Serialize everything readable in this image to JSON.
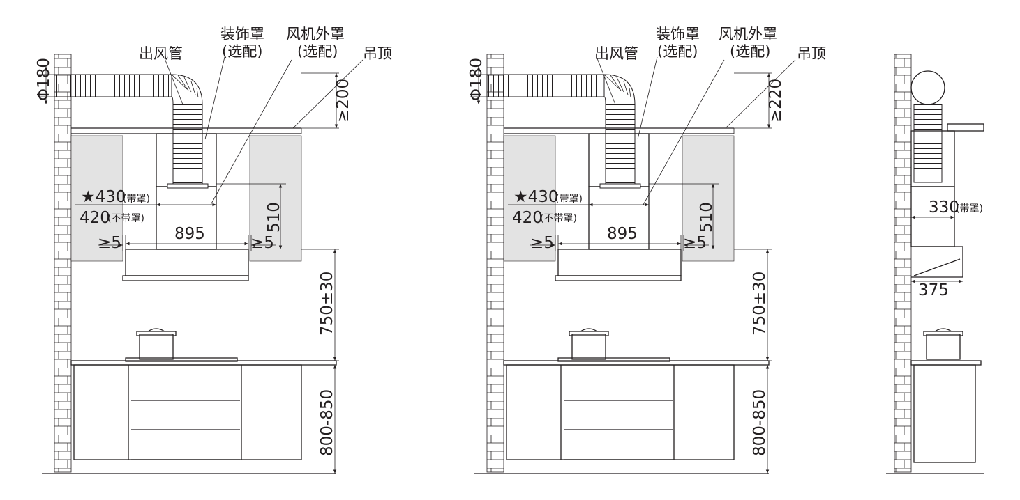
{
  "figures": [
    {
      "id": "left",
      "labels": {
        "duct": "出风管",
        "cover": "装饰罩",
        "cover_opt": "(选配)",
        "motor_cover": "风机外罩",
        "motor_opt": "(选配)",
        "ceiling": "吊顶"
      },
      "dims": {
        "duct_dia": "Φ180",
        "ceiling_gap": "≥200",
        "w430": "★430",
        "w430_note": "(带罩)",
        "w420": "420",
        "w420_note": "(不带罩)",
        "width": "895",
        "gap_left": "≥5",
        "gap_right": "≥5",
        "h510": "510",
        "h750": "750±30",
        "h800": "800-850"
      }
    },
    {
      "id": "middle",
      "labels": {
        "duct": "出风管",
        "cover": "装饰罩",
        "cover_opt": "(选配)",
        "motor_cover": "风机外罩",
        "motor_opt": "(选配)",
        "ceiling": "吊顶"
      },
      "dims": {
        "duct_dia": "Φ180",
        "ceiling_gap": "≥220",
        "w430": "★430",
        "w430_note": "(带罩)",
        "w420": "420",
        "w420_note": "(不带罩)",
        "width": "895",
        "gap_left": "≥5",
        "gap_right": "≥5",
        "h510": "510",
        "h750": "750±30",
        "h800": "800-850"
      }
    },
    {
      "id": "right",
      "dims": {
        "depth": "330",
        "depth_note": "(带罩)",
        "depth2": "375"
      }
    }
  ],
  "colors": {
    "line": "#231f20",
    "cabinet_fill": "#e3e3e3"
  }
}
